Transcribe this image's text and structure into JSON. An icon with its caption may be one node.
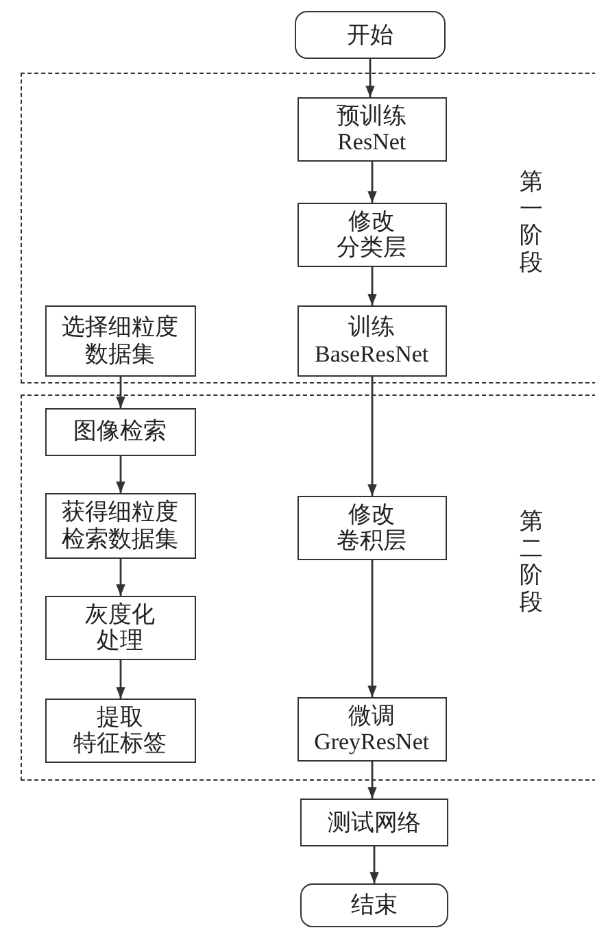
{
  "diagram": {
    "nodes": [
      {
        "text": [
          "开始"
        ]
      },
      {
        "text": [
          "第一阶段"
        ]
      },
      {
        "text": [
          "预训练 ResNet"
        ],
        "in": 1
      },
      {
        "text": [
          "修改分类层"
        ],
        "in": 1
      },
      {
        "text": [
          "选择细粒度数据集"
        ],
        "in": 1
      },
      {
        "text": [
          "训练 BaseResNet"
        ],
        "in": 1
      },
      {
        "text": [
          "第二阶段"
        ]
      },
      {
        "text": [
          "图像检索"
        ],
        "in": 6
      },
      {
        "text": [
          "获得细粒度检索数据集"
        ],
        "in": 6
      },
      {
        "text": [
          "修改卷积层"
        ],
        "in": 6
      },
      {
        "text": [
          "灰度化处理"
        ],
        "in": 6
      },
      {
        "text": [
          "提取特征标签"
        ],
        "in": 6
      },
      {
        "text": [
          "微调 GreyResNet"
        ],
        "in": 6
      },
      {
        "text": [
          "测试网络"
        ]
      },
      {
        "text": [
          "结束"
        ]
      }
    ],
    "edges": [
      {
        "from": 0,
        "to": 2,
        "arrow": "to"
      },
      {
        "from": 2,
        "to": 3,
        "arrow": "to"
      },
      {
        "from": 3,
        "to": 5,
        "arrow": "to"
      },
      {
        "from": 5,
        "to": 9,
        "arrow": "to"
      },
      {
        "from": 4,
        "to": 7,
        "arrow": "to"
      },
      {
        "from": 7,
        "to": 8,
        "arrow": "to"
      },
      {
        "from": 8,
        "to": 10,
        "arrow": "to"
      },
      {
        "from": 10,
        "to": 11,
        "arrow": "to"
      },
      {
        "from": 9,
        "to": 12,
        "arrow": "to"
      },
      {
        "from": 12,
        "to": 13,
        "arrow": "to"
      },
      {
        "from": 13,
        "to": 14,
        "arrow": "to"
      }
    ]
  }
}
